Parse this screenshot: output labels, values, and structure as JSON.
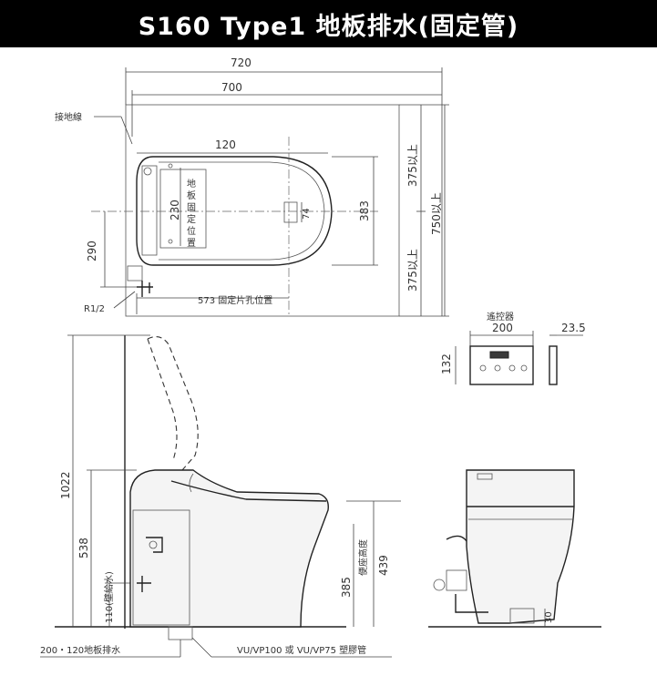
{
  "header": {
    "title": "S160 Type1 地板排水(固定管)"
  },
  "top_view": {
    "dim_720": "720",
    "dim_700": "700",
    "ground_wire": "接地線",
    "dim_120": "120",
    "dim_230": "230",
    "position_label_chars": [
      "地",
      "板",
      "固",
      "定",
      "位",
      "置"
    ],
    "dim_74": "74",
    "dim_383": "383",
    "dim_290": "290",
    "dim_375_top": "375以上",
    "dim_375_bottom": "375以上",
    "dim_750": "750以上",
    "pipe_r": "R1/2",
    "fixing_hole": "573 固定片孔位置"
  },
  "remote": {
    "label": "遙控器",
    "width": "200",
    "depth": "23.5",
    "height": "132"
  },
  "side_view": {
    "dim_1022": "1022",
    "dim_538": "538",
    "dim_110": "110(壁給水)",
    "seat_height_label": "便座高度",
    "dim_439": "439",
    "dim_385": "385",
    "floor_drain": "200・120地板排水",
    "pipe_note": "VU/VP100 或 VU/VP75 塑膠管"
  },
  "front_view": {
    "dim_30": "30"
  }
}
